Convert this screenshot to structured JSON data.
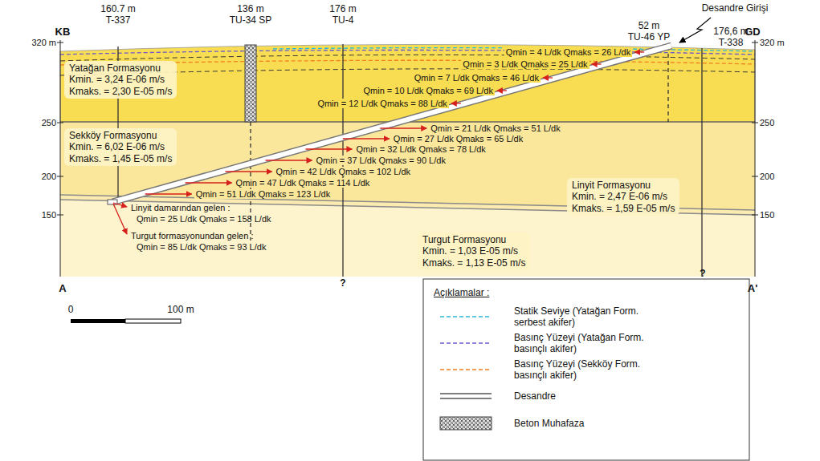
{
  "diagram": {
    "nodes": [
      {
        "text": [
          "Yatağan Formasyonu",
          "Kmin. = 3,24 E-06 m/s",
          "Kmaks. = 2,30 E-05 m/s"
        ]
      },
      {
        "text": [
          "Sekköy Formasyonu",
          "Kmin. = 6,02 E-06 m/s",
          "Kmaks. = 1,45 E-05 m/s"
        ]
      },
      {
        "text": [
          "Linyit Formasyonu",
          "Kmin. = 2,47 E-06 m/s",
          "Kmaks. = 1,59 E-05 m/s"
        ]
      },
      {
        "text": [
          "Turgut Formasyonu",
          "Kmin. = 1,03 E-05 m/s",
          "Kmaks. = 1,13 E-05 m/s"
        ]
      }
    ],
    "labels": [
      "KB",
      "GD",
      "320 m",
      "250",
      "200",
      "150",
      "320 m",
      "250",
      "200",
      "150",
      "A",
      "A'",
      "160.7 m",
      "T-337",
      "136 m",
      "TU-34 SP",
      "176 m",
      "TU-4",
      "52 m",
      "TU-46 YP",
      "176,6 m",
      "T-338",
      "Desandre Girişi",
      "Qmin = 4 L/dk Qmaks = 26 L/dk",
      "Qmin = 3 L/dk Qmaks = 25 L/dk",
      "Qmin = 7 L/dk Qmaks = 46 L/dk",
      "Qmin = 10 L/dk Qmaks = 69 L/dk",
      "Qmin = 12 L/dk Qmaks = 88 L/dk",
      "Qmin = 21 L/dk Qmaks = 51 L/dk",
      "Qmin = 27 L/dk Qmaks = 65 L/dk",
      "Qmin = 32 L/dk Qmaks = 78 L/dk",
      "Qmin = 37 L/dk Qmaks = 90 L/dk",
      "Qmin = 42 L/dk Qmaks = 102 L/dk",
      "Qmin = 47 L/dk Qmaks = 114 L/dk",
      "Qmin = 51 L/dk Qmaks = 123 L/dk",
      "Linyit damarından gelen :",
      "Qmin = 25 L/dk Qmaks = 158 L/dk",
      "Turgut formasyonundan gelen :",
      "Qmin = 85 L/dk Qmaks = 93 L/dk",
      "?",
      "?",
      "0",
      "100 m",
      "Açıklamalar :"
    ],
    "legend": [
      {
        "text": "Statik Seviye (Yatağan Form. serbest akifer)"
      },
      {
        "text": "Basınç Yüzeyi (Yatağan Form. basınçlı akifer)"
      },
      {
        "text": "Basınç Yüzeyi (Sekköy Form. basınçlı akifer)"
      },
      {
        "text": "Desandre"
      },
      {
        "text": "Beton Muhafaza"
      }
    ]
  }
}
